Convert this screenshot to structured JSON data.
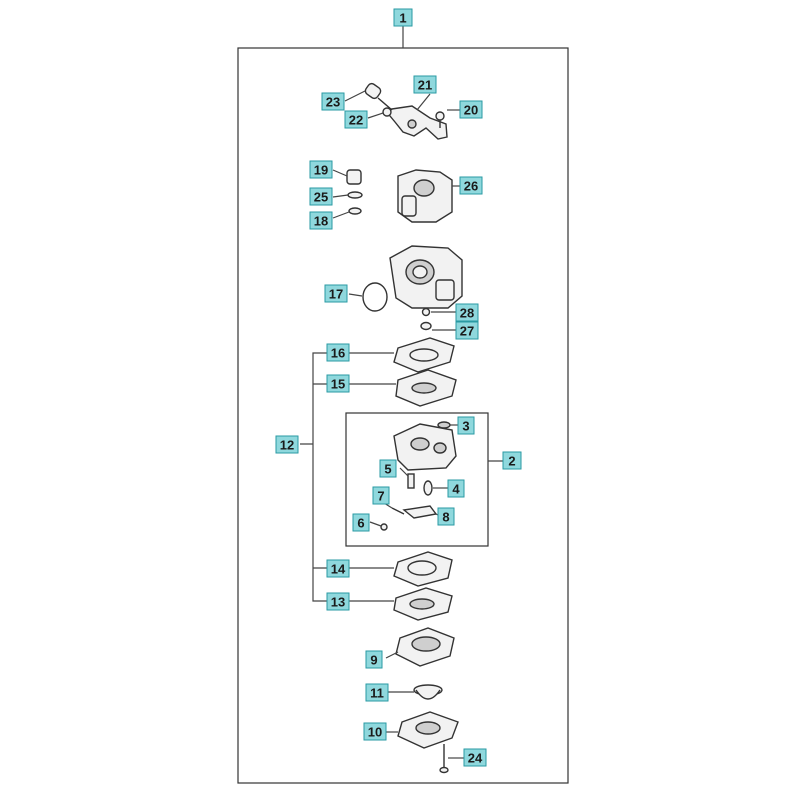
{
  "diagram": {
    "callouts": [
      {
        "id": "c1",
        "label": "1"
      },
      {
        "id": "c2",
        "label": "2"
      },
      {
        "id": "c3",
        "label": "3"
      },
      {
        "id": "c4",
        "label": "4"
      },
      {
        "id": "c5",
        "label": "5"
      },
      {
        "id": "c6",
        "label": "6"
      },
      {
        "id": "c7",
        "label": "7"
      },
      {
        "id": "c8",
        "label": "8"
      },
      {
        "id": "c9",
        "label": "9"
      },
      {
        "id": "c10",
        "label": "10"
      },
      {
        "id": "c11",
        "label": "11"
      },
      {
        "id": "c12",
        "label": "12"
      },
      {
        "id": "c13",
        "label": "13"
      },
      {
        "id": "c14",
        "label": "14"
      },
      {
        "id": "c15",
        "label": "15"
      },
      {
        "id": "c16",
        "label": "16"
      },
      {
        "id": "c17",
        "label": "17"
      },
      {
        "id": "c18",
        "label": "18"
      },
      {
        "id": "c19",
        "label": "19"
      },
      {
        "id": "c20",
        "label": "20"
      },
      {
        "id": "c21",
        "label": "21"
      },
      {
        "id": "c22",
        "label": "22"
      },
      {
        "id": "c23",
        "label": "23"
      },
      {
        "id": "c24",
        "label": "24"
      },
      {
        "id": "c25",
        "label": "25"
      },
      {
        "id": "c26",
        "label": "26"
      },
      {
        "id": "c27",
        "label": "27"
      },
      {
        "id": "c28",
        "label": "28"
      }
    ],
    "colors": {
      "callout_fill": "#8fd8dd",
      "callout_border": "#2a9aa3",
      "line": "#444444"
    }
  }
}
